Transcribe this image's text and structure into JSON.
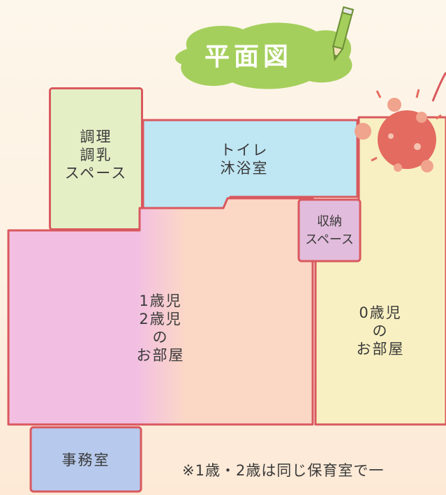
{
  "title": "平面図",
  "rooms": {
    "kitchen": [
      "調理",
      "調乳",
      "スペース"
    ],
    "toilet_bath": [
      "トイレ",
      "沐浴室"
    ],
    "storage": [
      "収納",
      "スペース"
    ],
    "age12_room": [
      "1歳児",
      "2歳児",
      "の",
      "お部屋"
    ],
    "age0_room": [
      "0歳児",
      "の",
      "お部屋"
    ],
    "office": [
      "事務室"
    ]
  },
  "note": "※1歳・2歳は同じ保育室で一",
  "colors": {
    "outline": "#d9585e",
    "kitchen": "#e4efc6",
    "toilet_bath": "#bfe6f3",
    "storage": "#e2bcdc",
    "age12_left": "#f2bfe2",
    "age12_right": "#fbd7c6",
    "age0": "#f8f0c2",
    "office": "#b7c9ec",
    "title_blob": "#a5cf5c"
  }
}
